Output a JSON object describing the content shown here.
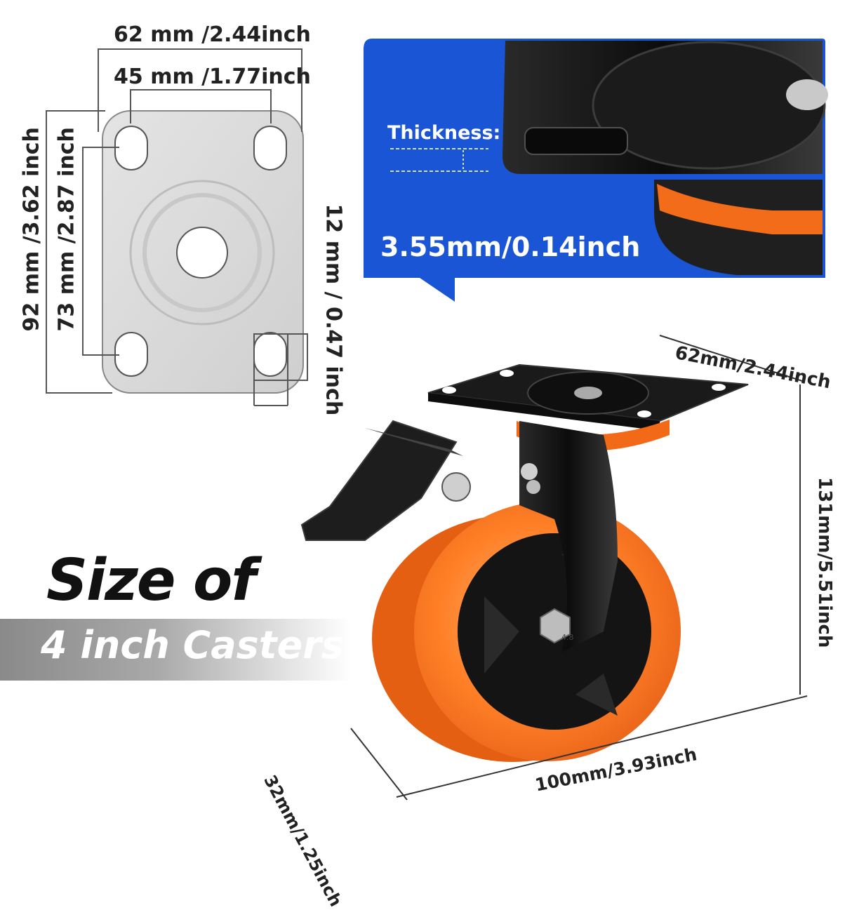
{
  "colors": {
    "accent_blue": "#1a55d6",
    "wheel_orange": "#ff7a1a",
    "metal_black": "#141414",
    "plate_gray": "#d6d6d6"
  },
  "plate_diagram": {
    "width_outer": "62 mm /2.44inch",
    "width_holes": "45 mm /1.77inch",
    "height_outer": "92 mm /3.62 inch",
    "height_holes": "73 mm /2.87 inch",
    "hole_size": "12 mm / 0.47 inch"
  },
  "callout": {
    "label": "Thickness:",
    "value": "3.55mm/0.14inch"
  },
  "product_dims": {
    "plate_width": "62mm/2.44inch",
    "height": "131mm/5.51inch",
    "wheel_diameter": "100mm/3.93inch",
    "wheel_width": "32mm/1.25inch",
    "hub_marking": "4.8"
  },
  "headline": {
    "title": "Size of",
    "subtitle": "4 inch Casters"
  }
}
